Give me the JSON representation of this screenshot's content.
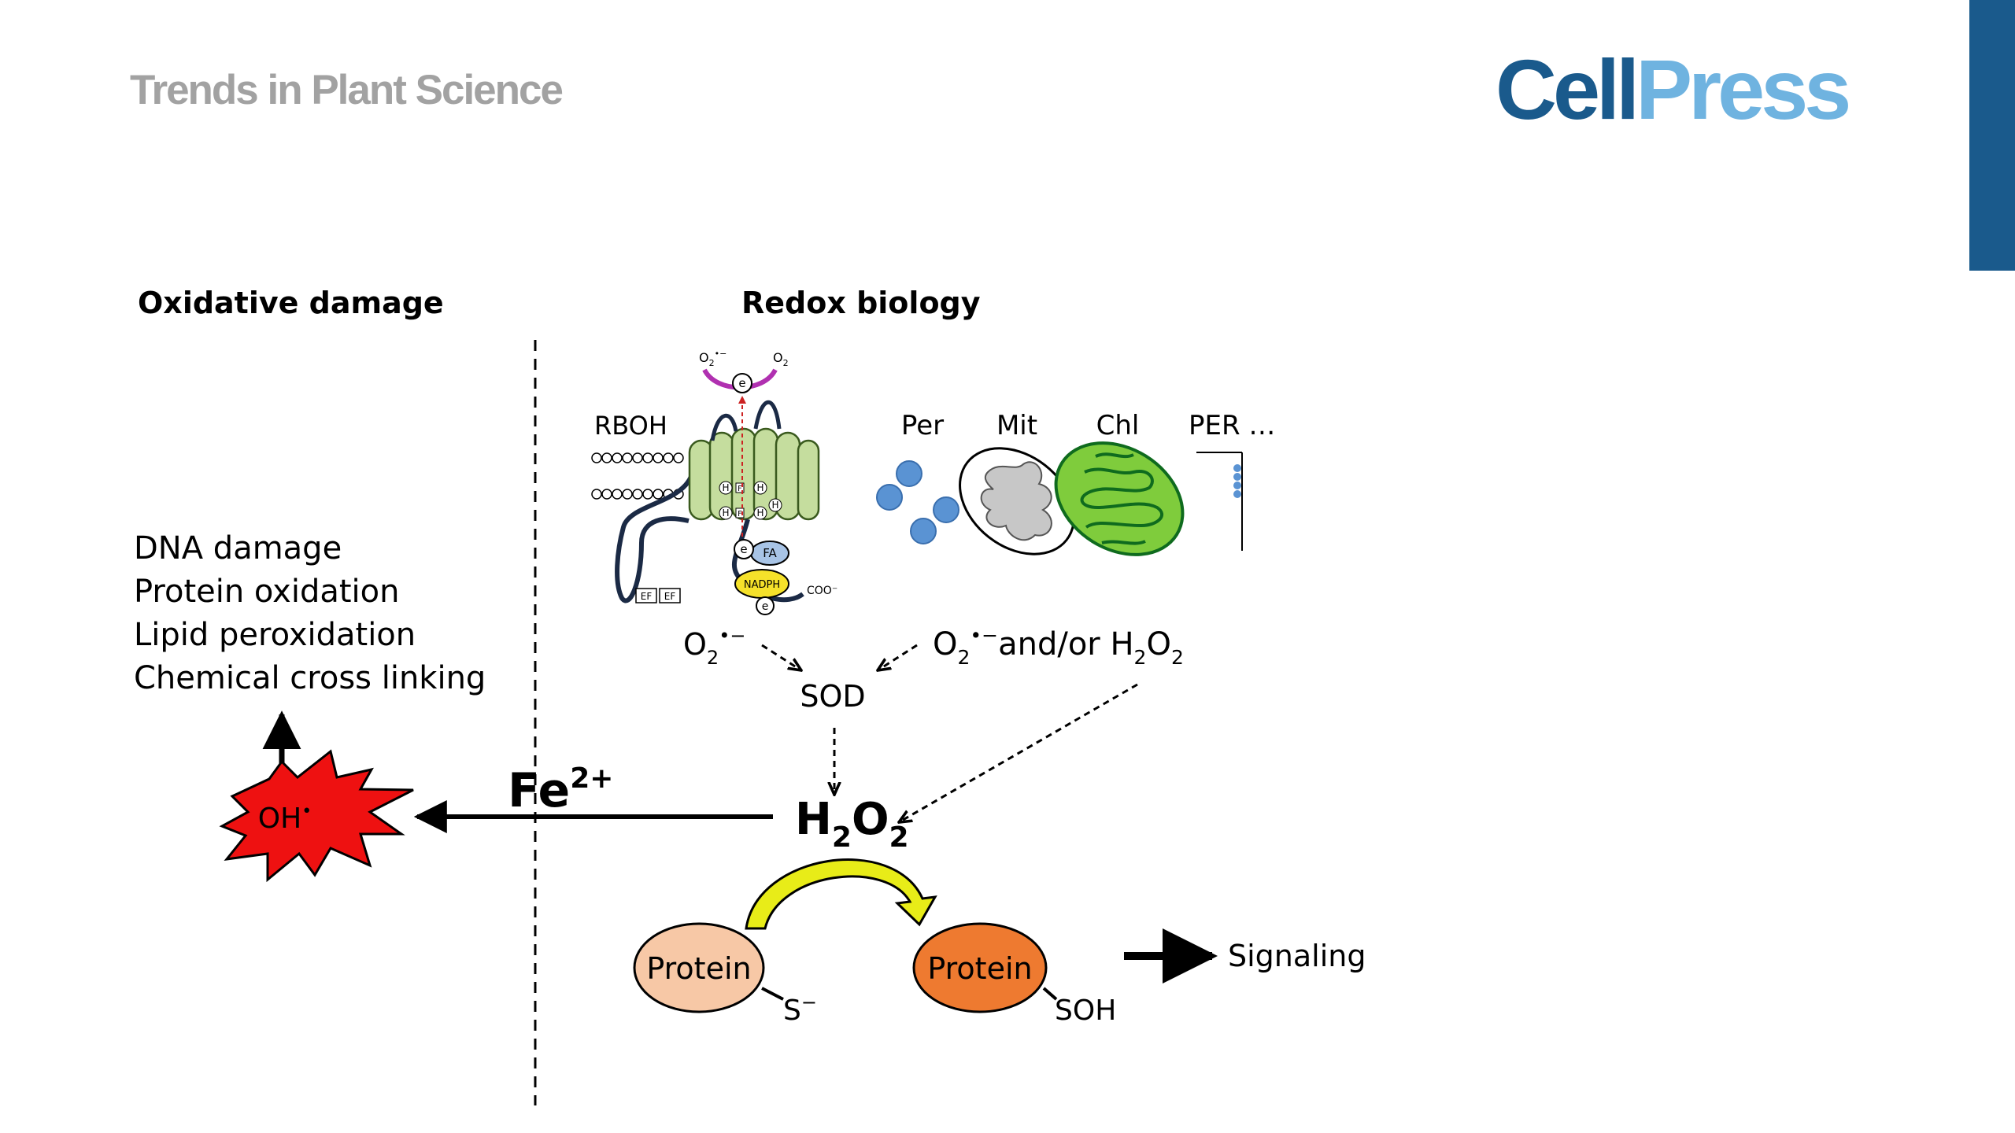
{
  "header": {
    "journal": "Trends in Plant Science",
    "logo_cell": "Cell",
    "logo_press": "Press"
  },
  "colors": {
    "brand_dark": "#1a5a8c",
    "brand_light": "#6fb3e0",
    "oh_burst": "#ee1111",
    "protein_thiolate": "#f7c8a6",
    "protein_sulfenic": "#ee7a30",
    "chloroplast": "#7fcc3c",
    "peroxisome": "#5a93d3",
    "nadph": "#f5e12a",
    "transmembrane": "#c5dd9e"
  },
  "sections": {
    "left_title": "Oxidative damage",
    "right_title": "Redox biology"
  },
  "damage_list": [
    "DNA damage",
    "Protein oxidation",
    "Lipid peroxidation",
    "Chemical cross linking"
  ],
  "rboh": {
    "label": "RBOH",
    "top_left": "O",
    "top_left_sup": "•−",
    "top_left_sub": "2",
    "top_right": "O",
    "top_right_sub": "2",
    "electron": "e",
    "heme": "H",
    "fe": "F",
    "fa": "FA",
    "nadph": "NADPH",
    "coo": "COO⁻",
    "ef1": "EF",
    "ef2": "EF"
  },
  "organelles": {
    "per": "Per",
    "mit": "Mit",
    "chl": "Chl",
    "per2": "PER …"
  },
  "flow": {
    "o2_left_main": "O",
    "o2_left_sub": "2",
    "o2_left_sup": "•−",
    "o2_right_main": "O",
    "o2_right_sub": "2",
    "o2_right_sup": "•−",
    "and_or": "and/or H",
    "h_sub": "2",
    "o_main": "O",
    "o_sub": "2",
    "sod": "SOD",
    "h2o2_h": "H",
    "h2o2_sub1": "2",
    "h2o2_o": "O",
    "h2o2_sub2": "2",
    "fe": "Fe",
    "fe_sup": "2+",
    "oh": "OH",
    "oh_sup": "•"
  },
  "proteins": {
    "left_label": "Protein",
    "left_group": "S",
    "left_group_sup": "−",
    "right_label": "Protein",
    "right_group": "SOH",
    "signaling": "Signaling"
  }
}
